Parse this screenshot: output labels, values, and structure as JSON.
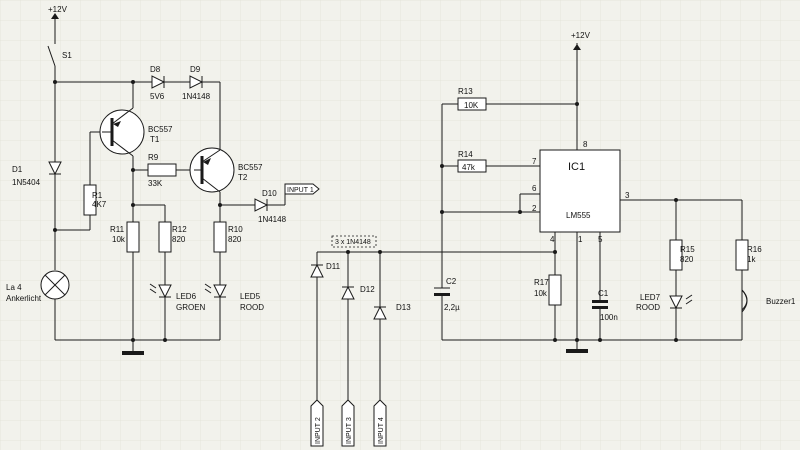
{
  "supply": {
    "label_left": "+12V",
    "label_right": "+12V"
  },
  "switch": {
    "ref": "S1"
  },
  "d1": {
    "ref": "D1",
    "value": "1N5404"
  },
  "r1": {
    "ref": "R1",
    "value": "4K7"
  },
  "la4": {
    "ref": "La 4",
    "value": "Ankerlicht"
  },
  "t1": {
    "type": "BC557",
    "ref": "T1"
  },
  "t2": {
    "type": "BC557",
    "ref": "T2"
  },
  "d8": {
    "ref": "D8",
    "value": "5V6"
  },
  "d9": {
    "ref": "D9",
    "value": "1N4148"
  },
  "r9": {
    "ref": "R9",
    "value": "33K"
  },
  "d10": {
    "ref": "D10",
    "value": "1N4148"
  },
  "input1": "INPUT 1",
  "r11": {
    "ref": "R11",
    "value": "10k"
  },
  "r12": {
    "ref": "R12",
    "value": "820"
  },
  "r10": {
    "ref": "R10",
    "value": "820"
  },
  "led6": {
    "ref": "LED6",
    "value": "GROEN"
  },
  "led5": {
    "ref": "LED5",
    "value": "ROOD"
  },
  "diode_note": "3 x 1N4148",
  "d11": "D11",
  "d12": "D12",
  "d13": "D13",
  "input2": "INPUT 2",
  "input3": "INPUT 3",
  "input4": "INPUT 4",
  "r13": {
    "ref": "R13",
    "value": "10K"
  },
  "r14": {
    "ref": "R14",
    "value": "47k"
  },
  "ic1": {
    "ref": "IC1",
    "type": "LM555",
    "pins": [
      "8",
      "7",
      "6",
      "2",
      "3",
      "4",
      "1",
      "5"
    ]
  },
  "c2": {
    "ref": "C2",
    "value": "2,2µ"
  },
  "r17": {
    "ref": "R17",
    "value": "10k"
  },
  "c1": {
    "ref": "C1",
    "value": "100n"
  },
  "r15": {
    "ref": "R15",
    "value": "820"
  },
  "r16": {
    "ref": "R16",
    "value": "1k"
  },
  "led7": {
    "ref": "LED7",
    "value": "ROOD"
  },
  "buzzer": "Buzzer1",
  "colors": {
    "background": "#f2f2ec",
    "ink": "#1a1a1a",
    "grid": "#d9d9ce"
  }
}
